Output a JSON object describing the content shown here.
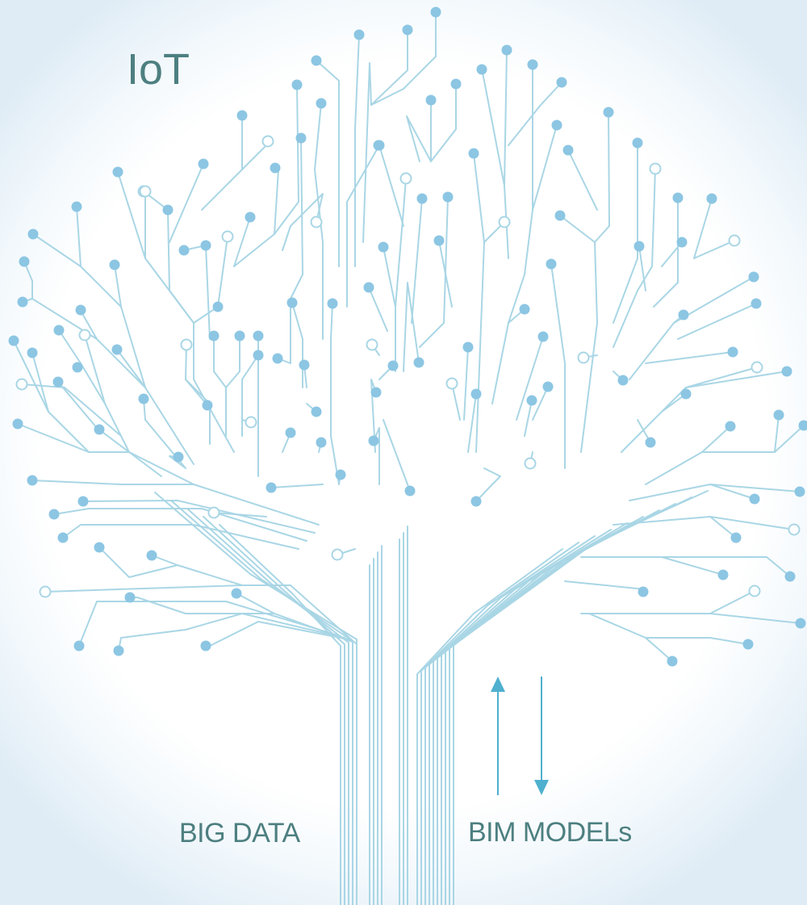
{
  "labels": {
    "top": "IoT",
    "bottom_left": "BIG DATA",
    "bottom_right": "BIM MODELs"
  },
  "colors": {
    "circuit": "#a9d6e5",
    "node": "#8cc6e3",
    "arrow": "#4fb0cf",
    "text": "#4d7f80"
  },
  "icons": [
    "arrow-up-icon",
    "arrow-down-icon"
  ]
}
